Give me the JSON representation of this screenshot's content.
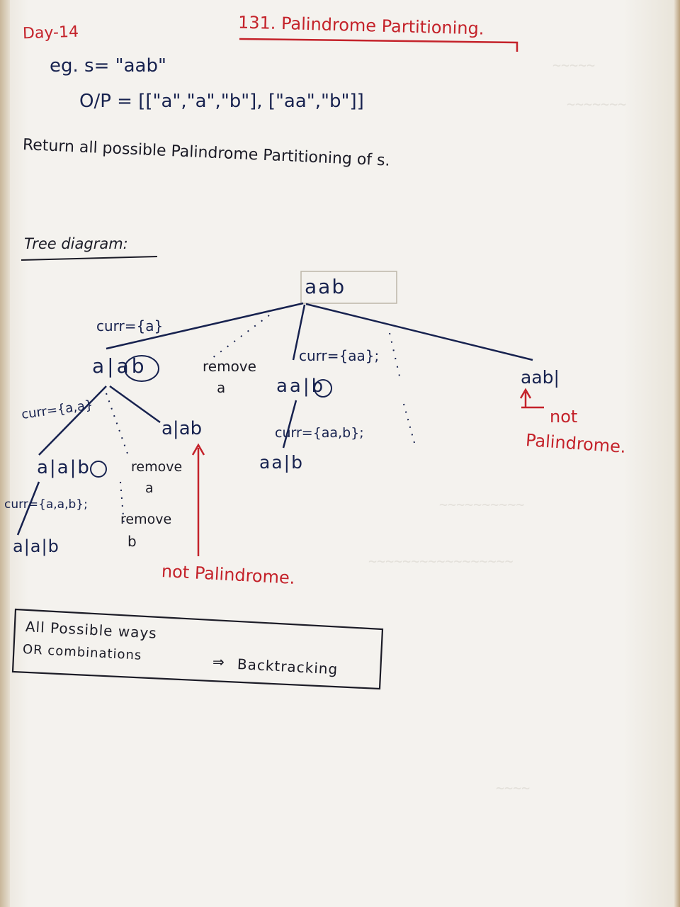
{
  "header": {
    "day": "Day-14",
    "title": "131. Palindrome Partitioning."
  },
  "example": {
    "eg_line": "eg.  s= \"aab\"",
    "output_line": "O/P = [[\"a\",\"a\",\"b\"], [\"aa\",\"b\"]]",
    "task_line": "Return all possible Palindrome Partitioning of s."
  },
  "tree": {
    "heading": "Tree diagram:",
    "root": "aab",
    "left_curr": "curr={a}",
    "left_node": "a|ab",
    "left_remove": "remove",
    "left_remove_a": "a",
    "mid_curr": "curr={aa};",
    "mid_node": "aa|b",
    "right_node": "aab|",
    "right_not": "not",
    "right_palindrome": "Palindrome.",
    "ll_curr": "curr={a,a}",
    "ll_node": "a|a|b",
    "ll_remove": "remove",
    "ll_remove_a": "a",
    "lr_node": "a|ab",
    "not_palindrome": "not Palindrome.",
    "lll_curr": "curr={a,a,b};",
    "lll_remove": "remove",
    "lll_node": "a|a|b",
    "lll_b": "b",
    "mid_child_curr": "curr={aa,b};",
    "mid_child_node": "aa|b"
  },
  "summary": {
    "box_line1": "All Possible ways",
    "box_line2": "OR combinations",
    "arrow": "⇒",
    "result": "Backtracking"
  },
  "colors": {
    "red_ink": "#c4222a",
    "navy_ink": "#17224f",
    "paper": "#f3f1ec"
  }
}
